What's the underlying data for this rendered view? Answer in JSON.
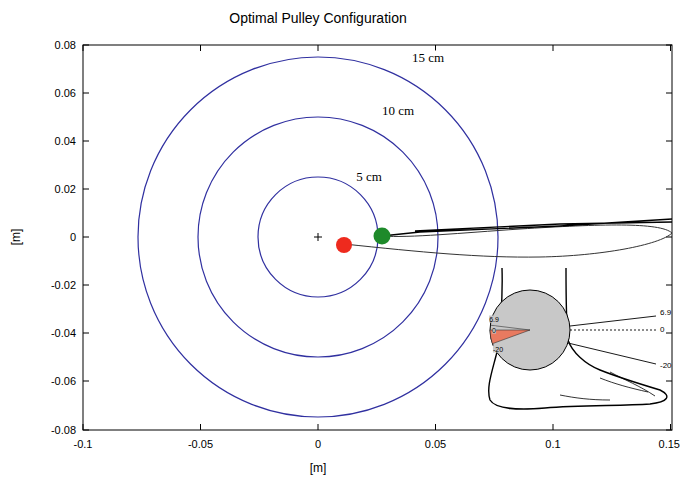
{
  "diagram": {
    "title": "Optimal Pulley Configuration",
    "labels": [
      "15 cm",
      "10 cm",
      "5 cm",
      "0.08",
      "0.06",
      "0.04",
      "0.02",
      "0",
      "-0.02",
      "-0.04",
      "-0.06",
      "-0.08",
      "[m]",
      "-0.1",
      "-0.05",
      "0",
      "0.05",
      "0.1",
      "0.15",
      "[m]",
      "6.9",
      "0",
      "-20",
      "6.9",
      "0",
      "-20"
    ]
  }
}
